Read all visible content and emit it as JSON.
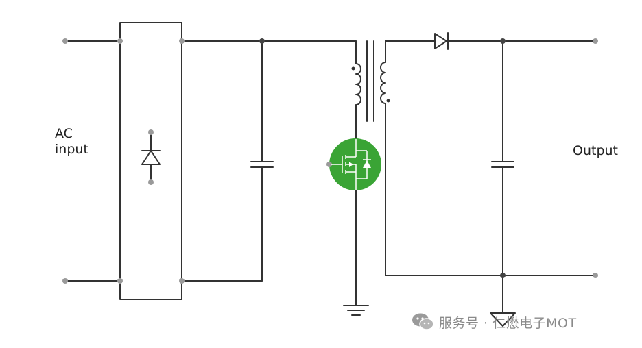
{
  "labels": {
    "ac_input": "AC\ninput",
    "output": "Output"
  },
  "watermark": {
    "text": "服务号 · 仁懋电子MOT",
    "icon": "wechat-icon"
  },
  "colors": {
    "wire": "#333333",
    "terminal": "#9a9a9a",
    "junction": "#444444",
    "mosfet_fill": "#3aa435",
    "mosfet_symbol": "#ffffff",
    "watermark": "#8a8a8a",
    "background": "#ffffff"
  }
}
